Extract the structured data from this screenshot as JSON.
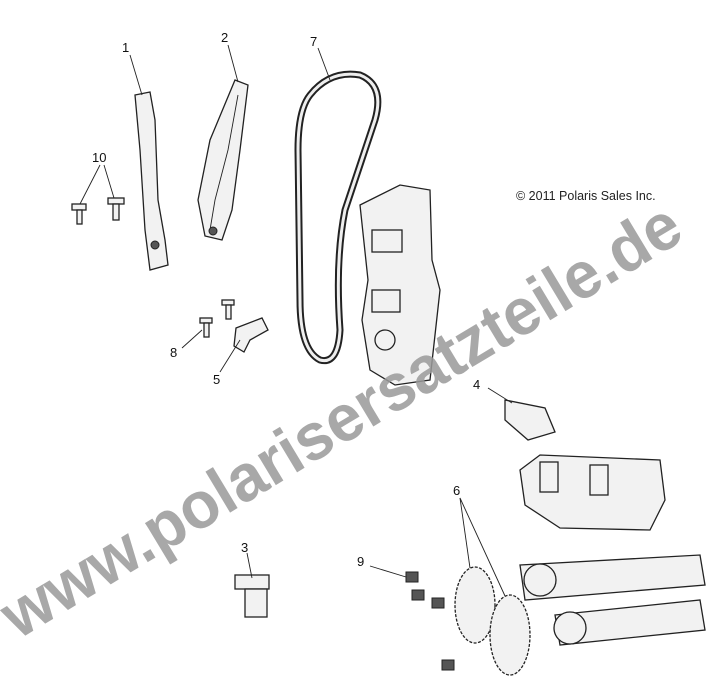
{
  "copyright": "© 2011 Polaris Sales Inc.",
  "watermark": "www.polarisersatzteile.de",
  "callouts": [
    {
      "label": "1",
      "part": "chain-guide"
    },
    {
      "label": "2",
      "part": "tensioner-blade"
    },
    {
      "label": "7",
      "part": "cam-chain"
    },
    {
      "label": "10",
      "part": "guide-bolt"
    },
    {
      "label": "8",
      "part": "screw"
    },
    {
      "label": "5",
      "part": "chain-guide-bracket"
    },
    {
      "label": "4",
      "part": "upper-guide"
    },
    {
      "label": "6",
      "part": "cam-sprocket"
    },
    {
      "label": "3",
      "part": "chain-tensioner"
    },
    {
      "label": "9",
      "part": "sprocket-bolt"
    }
  ]
}
